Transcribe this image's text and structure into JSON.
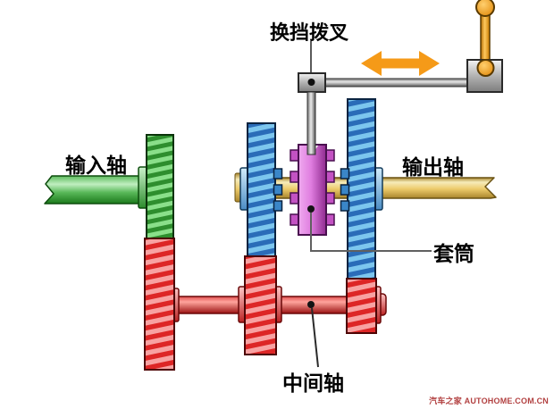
{
  "figure": {
    "labels": {
      "shift_fork": "换挡拨叉",
      "input_shaft": "输入轴",
      "output_shaft": "输出轴",
      "sleeve": "套筒",
      "countershaft": "中间轴"
    },
    "watermark": "汽车之家 AUTOHOME.COM.CN",
    "icons": {
      "direction_arrow": "left-right-arrow"
    },
    "colors": {
      "input_shaft_green": "#3fa33f",
      "output_shaft_yellow": "#e8c85e",
      "countershaft_red": "#dd2828",
      "output_gears_blue": "#2a6cb8",
      "sleeve_purple": "#c352c3",
      "arrow_orange": "#f59a18",
      "linkage_gray": "#9a9a9a",
      "watermark_red": "#b24040"
    }
  }
}
